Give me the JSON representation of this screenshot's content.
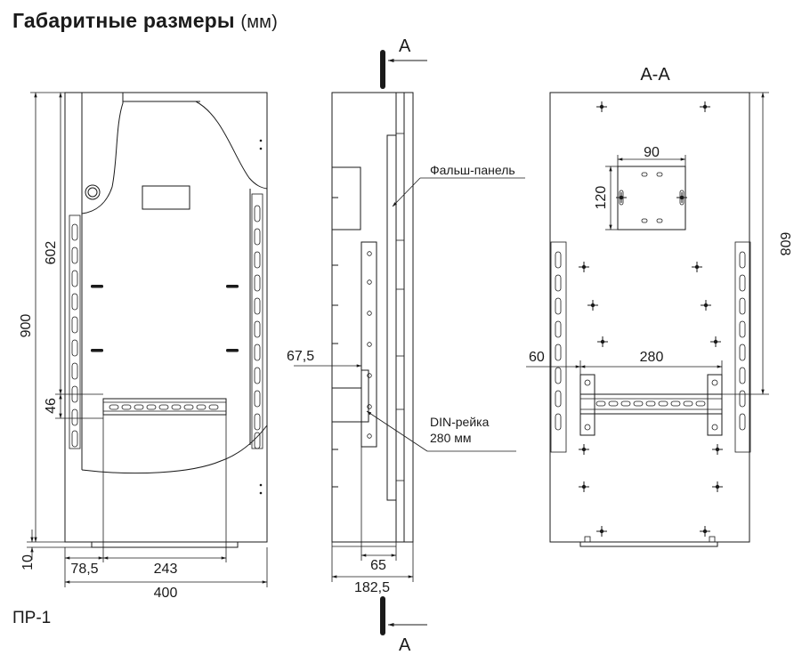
{
  "header": {
    "title": "Габаритные размеры",
    "title_unit": "(мм)"
  },
  "model_label": "ПР-1",
  "front_view": {
    "dim_height_total": "900",
    "dim_height_upper": "602",
    "dim_height_din": "46",
    "dim_bottom": "10",
    "dim_offset_left": "78,5",
    "dim_din_width": "243",
    "dim_width_total": "400"
  },
  "side_view": {
    "section_mark_top": "А",
    "section_mark_bottom": "А",
    "dim_depth_offset": "67,5",
    "dim_din_depth": "65",
    "dim_depth_total": "182,5",
    "callout_false_panel": "Фальш-панель",
    "callout_din_line1": "DIN-рейка",
    "callout_din_line2": "280 мм"
  },
  "section_view": {
    "title": "А-А",
    "dim_box_width": "90",
    "dim_box_height": "120",
    "dim_height": "608",
    "dim_offset": "60",
    "dim_din_length": "280"
  }
}
